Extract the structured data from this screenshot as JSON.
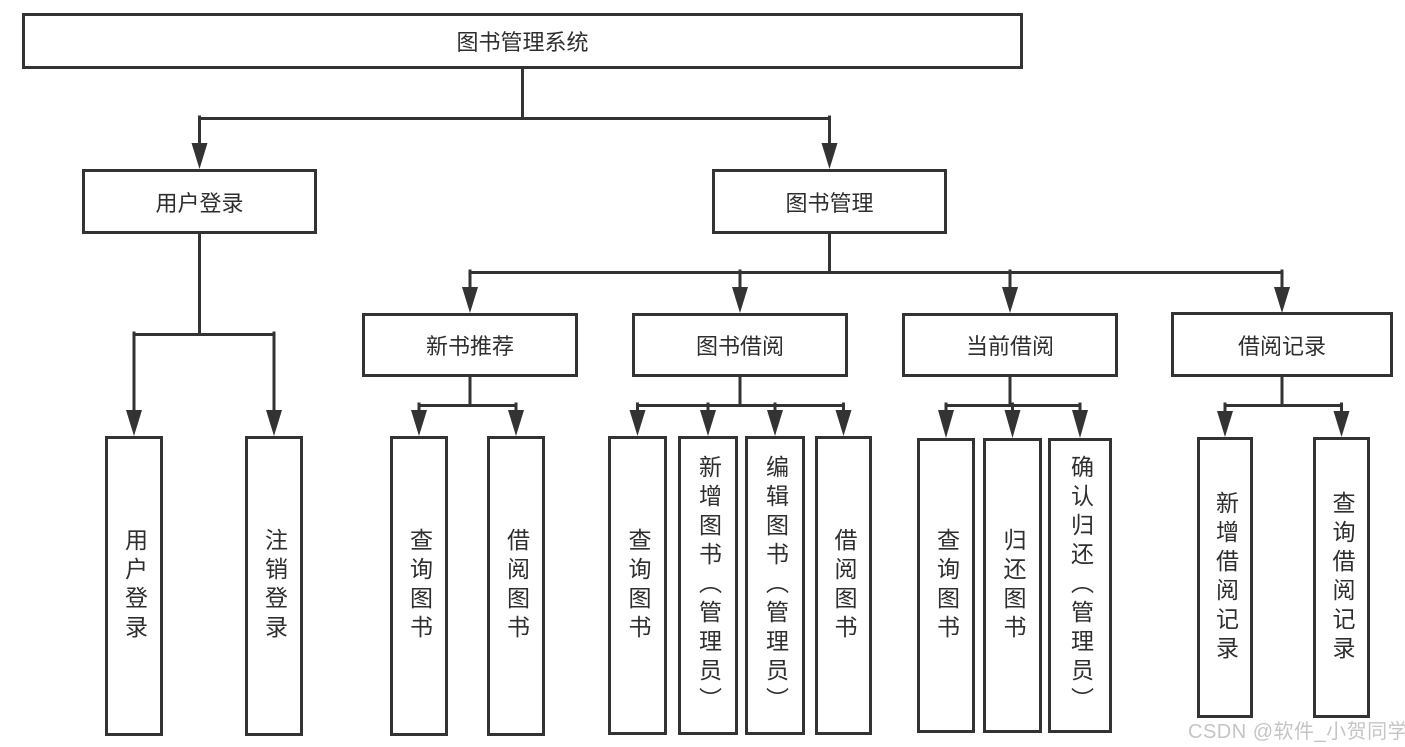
{
  "diagram": {
    "root": {
      "label": "图书管理系统"
    },
    "level2": [
      {
        "label": "用户登录"
      },
      {
        "label": "图书管理"
      }
    ],
    "level3": [
      {
        "label": "新书推荐"
      },
      {
        "label": "图书借阅"
      },
      {
        "label": "当前借阅"
      },
      {
        "label": "借阅记录"
      }
    ],
    "leaves": {
      "user_login": [
        {
          "label": "用户登录"
        },
        {
          "label": "注销登录"
        }
      ],
      "new_book": [
        {
          "label": "查询图书"
        },
        {
          "label": "借阅图书"
        }
      ],
      "book_borrow": [
        {
          "label": "查询图书"
        },
        {
          "label": "新增图书（管理员）"
        },
        {
          "label": "编辑图书（管理员）"
        },
        {
          "label": "借阅图书"
        }
      ],
      "current_borrow": [
        {
          "label": "查询图书"
        },
        {
          "label": "归还图书"
        },
        {
          "label": "确认归还（管理员）"
        }
      ],
      "borrow_record": [
        {
          "label": "新增借阅记录"
        },
        {
          "label": "查询借阅记录"
        }
      ]
    }
  },
  "watermark": {
    "text": "CSDN @软件_小贺同学"
  },
  "colors": {
    "line": "#333333",
    "text": "#2e2e2e",
    "background": "#ffffff",
    "watermark": "#c5c5c5"
  }
}
